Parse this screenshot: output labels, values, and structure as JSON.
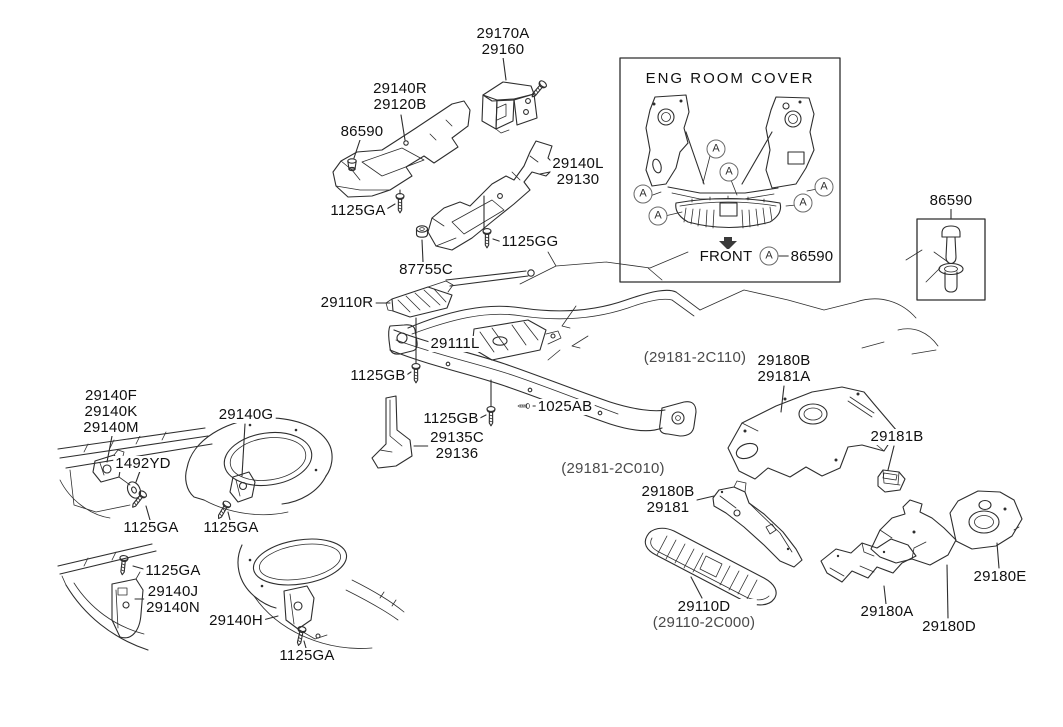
{
  "diagram": {
    "background": "#ffffff",
    "line_color": "#2e2e2e",
    "text_color": "#101010",
    "muted_text_color": "#4a4a4a"
  },
  "callouts": {
    "c29170a": [
      "29170A",
      "29160"
    ],
    "c29140r": [
      "29140R",
      "29120B"
    ],
    "c86590_left": [
      "86590"
    ],
    "c1125ga_top": [
      "1125GA"
    ],
    "c29140l": [
      "29140L",
      "29130"
    ],
    "c1125gg": [
      "1125GG"
    ],
    "c87755c": [
      "87755C"
    ],
    "c29110r": [
      "29110R"
    ],
    "c29111l": [
      "29111L"
    ],
    "c1125gb_upper": [
      "1125GB"
    ],
    "c1025ab": [
      "1025AB"
    ],
    "c1125gb_lower": [
      "1125GB"
    ],
    "c29135c": [
      "29135C",
      "29136"
    ],
    "c29140f": [
      "29140F",
      "29140K",
      "29140M"
    ],
    "c1492yd": [
      "1492YD"
    ],
    "c29140g": [
      "29140G"
    ],
    "c1125ga_left": [
      "1125GA"
    ],
    "c1125ga_mid": [
      "1125GA"
    ],
    "c1125ga_lower_left": [
      "1125GA"
    ],
    "c29140j": [
      "29140J",
      "29140N"
    ],
    "c29140h": [
      "29140H"
    ],
    "c1125ga_bottom": [
      "1125GA"
    ],
    "c86590_right": [
      "86590"
    ],
    "c2c110": [
      "(29181-2C110)"
    ],
    "c29180b_upper": [
      "29180B",
      "29181A"
    ],
    "c29181b": [
      "29181B"
    ],
    "c2c010": [
      "(29181-2C010)"
    ],
    "c29180b_lower": [
      "29180B",
      "29181"
    ],
    "c29110d": [
      "29110D",
      "(29110-2C000)"
    ],
    "c29180a": [
      "29180A"
    ],
    "c29180d": [
      "29180D"
    ],
    "c29180e": [
      "29180E"
    ]
  },
  "inset_eng_room_cover": {
    "title": "ENG  ROOM  COVER",
    "front_label": "FRONT",
    "fastener_symbol": "A",
    "fastener_part": "86590",
    "marker_count": 6
  },
  "inset_fastener": {
    "part": "86590"
  }
}
